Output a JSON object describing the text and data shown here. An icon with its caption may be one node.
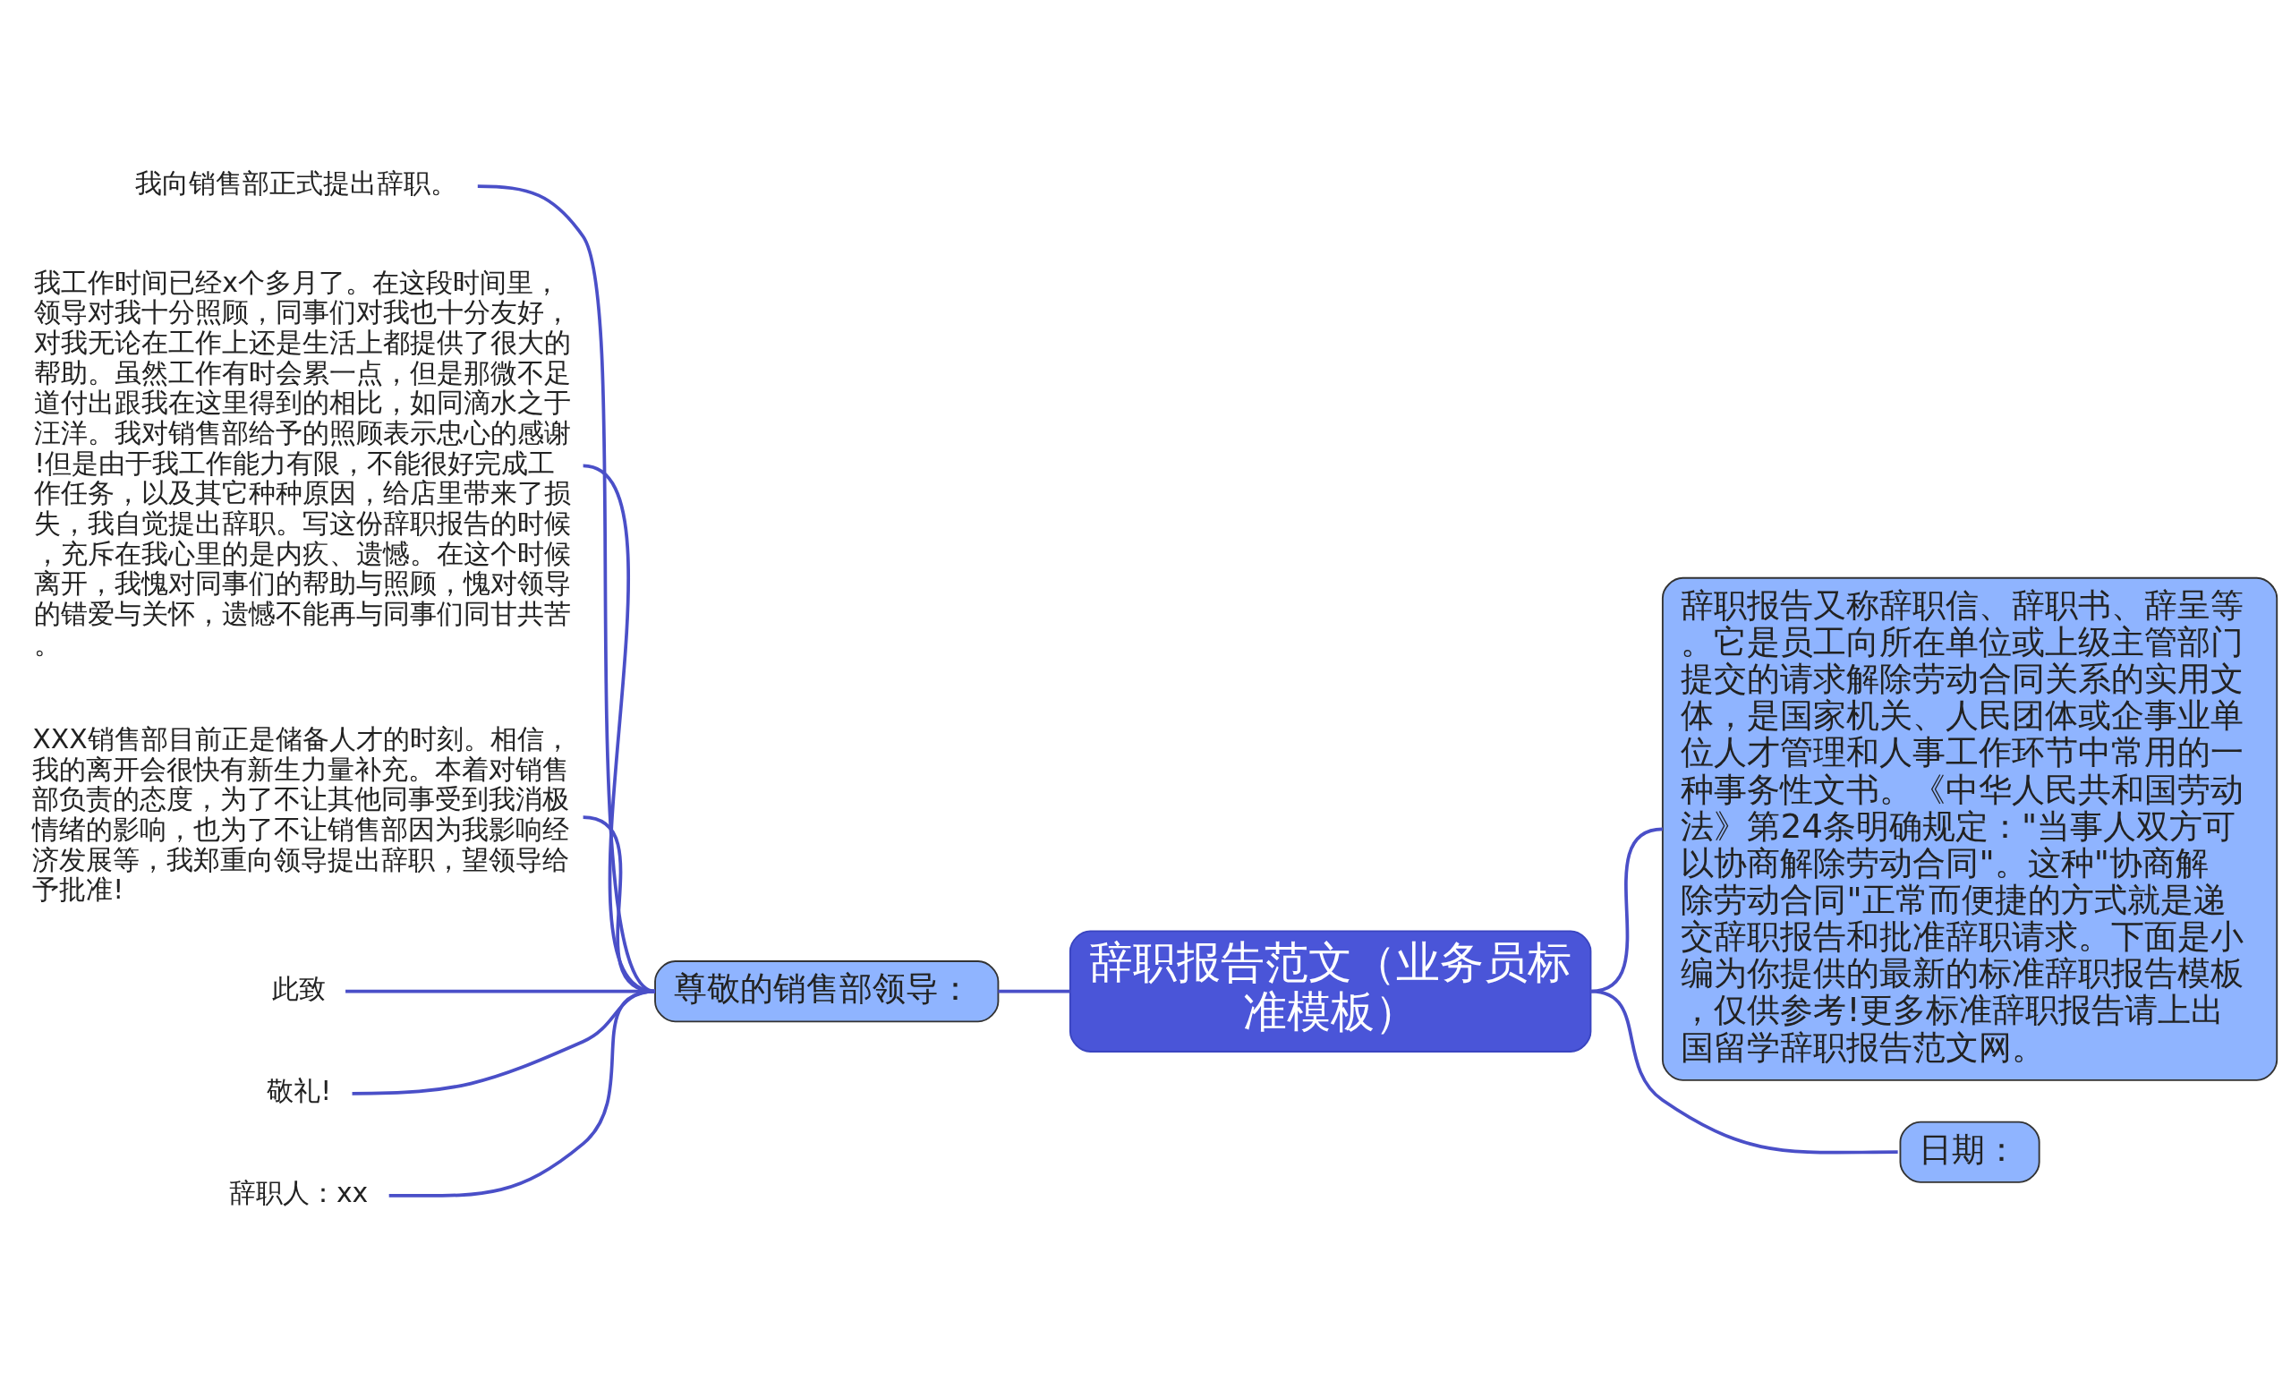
{
  "diagram": {
    "nodes": [
      {
        "text": [
          "辞职报告范文（业务员标准模板）"
        ]
      },
      {
        "text": [
          "辞职报告又称辞职信、辞职书、辞呈等。它是员工向所在单位或上级主管部门提交的请求解除劳动合同关系的实用文体，是国家机关、人民团体或企事业单位人才管理和人事工作环节中常用的一种事务性文书。《中华人民共和国劳动法》第24条明确规定：\"当事人双方可以协商解除劳动合同\"。这种\"协商解除劳动合同\"正常而便捷的方式就是递交辞职报告和批准辞职请求。下面是小编为你提供的最新的标准辞职报告模板，仅供参考!更多标准辞职报告请上出国留学辞职报告范文网。"
        ]
      },
      {
        "text": [
          "日期："
        ]
      },
      {
        "text": [
          "尊敬的销售部领导："
        ]
      },
      {
        "text": [
          "我向销售部正式提出辞职。"
        ]
      },
      {
        "text": [
          "我工作时间已经x个多月了。在这段时间里，领导对我十分照顾，同事们对我也十分友好，对我无论在工作上还是生活上都提供了很大的帮助。虽然工作有时会累一点，但是那微不足道付出跟我在这里得到的相比，如同滴水之于汪洋。我对销售部给予的照顾表示忠心的感谢!但是由于我工作能力有限，不能很好完成工作任务，以及其它种种原因，给店里带来了损失，我自觉提出辞职。写这份辞职报告的时候，充斥在我心里的是内疚、遗憾。在这个时候离开，我愧对同事们的帮助与照顾，愧对领导的错爱与关怀，遗憾不能再与同事们同甘共苦。"
        ]
      },
      {
        "text": [
          "XXX销售部目前正是储备人才的时刻。相信，我的离开会很快有新生力量补充。本着对销售部负责的态度，为了不让其他同事受到我消极情绪的影响，也为了不让销售部因为我影响经济发展等，我郑重向领导提出辞职，望领导给予批准!"
        ]
      },
      {
        "text": [
          "此致"
        ]
      },
      {
        "text": [
          "敬礼!"
        ]
      },
      {
        "text": [
          "辞职人：xx"
        ]
      }
    ],
    "edges": [
      {
        "from": 0,
        "to": 1,
        "arrow": "none"
      },
      {
        "from": 0,
        "to": 2,
        "arrow": "none"
      },
      {
        "from": 0,
        "to": 3,
        "arrow": "none"
      },
      {
        "from": 3,
        "to": 4,
        "arrow": "none"
      },
      {
        "from": 3,
        "to": 5,
        "arrow": "none"
      },
      {
        "from": 3,
        "to": 6,
        "arrow": "none"
      },
      {
        "from": 3,
        "to": 7,
        "arrow": "none"
      },
      {
        "from": 3,
        "to": 8,
        "arrow": "none"
      },
      {
        "from": 3,
        "to": 9,
        "arrow": "none"
      }
    ]
  }
}
